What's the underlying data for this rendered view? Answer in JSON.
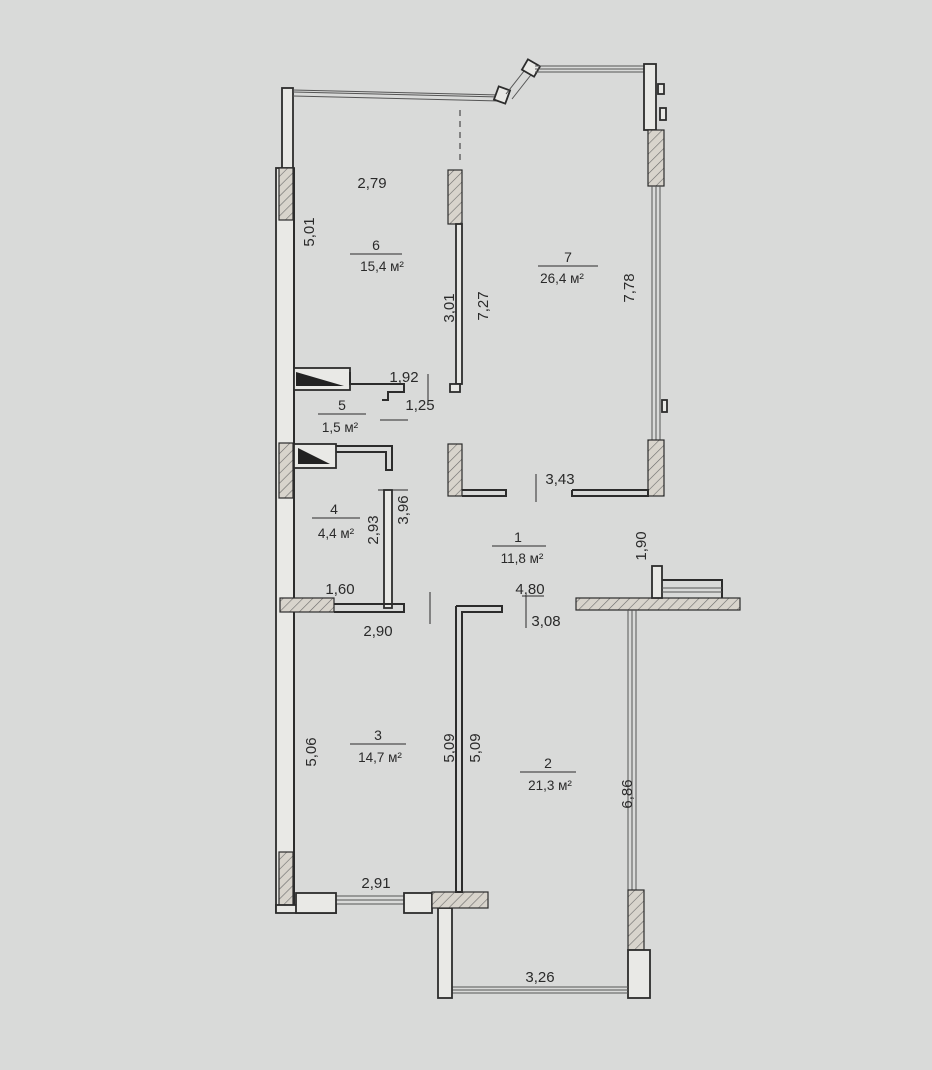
{
  "rooms": [
    {
      "number": "1",
      "area": "11,8 м²"
    },
    {
      "number": "2",
      "area": "21,3 м²"
    },
    {
      "number": "3",
      "area": "14,7 м²"
    },
    {
      "number": "4",
      "area": "4,4 м²"
    },
    {
      "number": "5",
      "area": "1,5 м²"
    },
    {
      "number": "6",
      "area": "15,4 м²"
    },
    {
      "number": "7",
      "area": "26,4 м²"
    }
  ],
  "dimensions": {
    "d_2_79": "2,79",
    "d_5_01": "5,01",
    "d_3_01": "3,01",
    "d_7_27": "7,27",
    "d_7_78": "7,78",
    "d_1_92": "1,92",
    "d_1_25": "1,25",
    "d_3_43": "3,43",
    "d_2_93": "2,93",
    "d_3_96": "3,96",
    "d_1_90": "1,90",
    "d_1_60": "1,60",
    "d_4_80": "4,80",
    "d_2_90": "2,90",
    "d_3_08": "3,08",
    "d_5_06": "5,06",
    "d_5_09_left": "5,09",
    "d_5_09_right": "5,09",
    "d_6_86": "6,86",
    "d_2_91": "2,91",
    "d_3_26": "3,26"
  }
}
